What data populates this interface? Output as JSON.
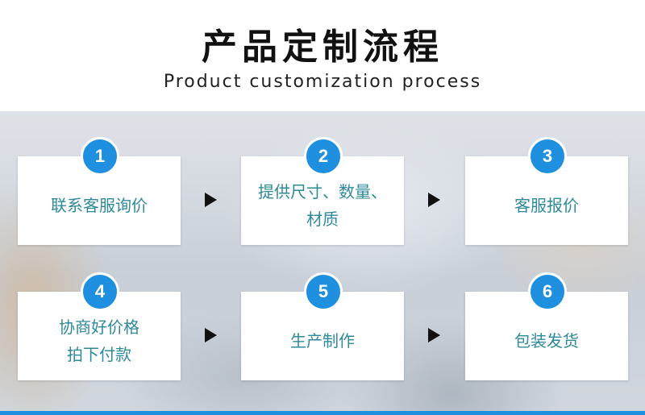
{
  "header": {
    "title": "产品定制流程",
    "subtitle": "Product customization process"
  },
  "colors": {
    "accent": "#1f8fe0",
    "step_text": "#2e8a9a",
    "card_bg": "#ffffff"
  },
  "steps": [
    {
      "number": "1",
      "line1": "联系客服询价",
      "line2": ""
    },
    {
      "number": "2",
      "line1": "提供尺寸、数量、",
      "line2": "材质"
    },
    {
      "number": "3",
      "line1": "客服报价",
      "line2": ""
    },
    {
      "number": "4",
      "line1": "协商好价格",
      "line2": "拍下付款"
    },
    {
      "number": "5",
      "line1": "生产制作",
      "line2": ""
    },
    {
      "number": "6",
      "line1": "包装发货",
      "line2": ""
    }
  ],
  "arrows": [
    "arrow-right-icon",
    "arrow-right-icon",
    "arrow-right-icon",
    "arrow-right-icon"
  ]
}
